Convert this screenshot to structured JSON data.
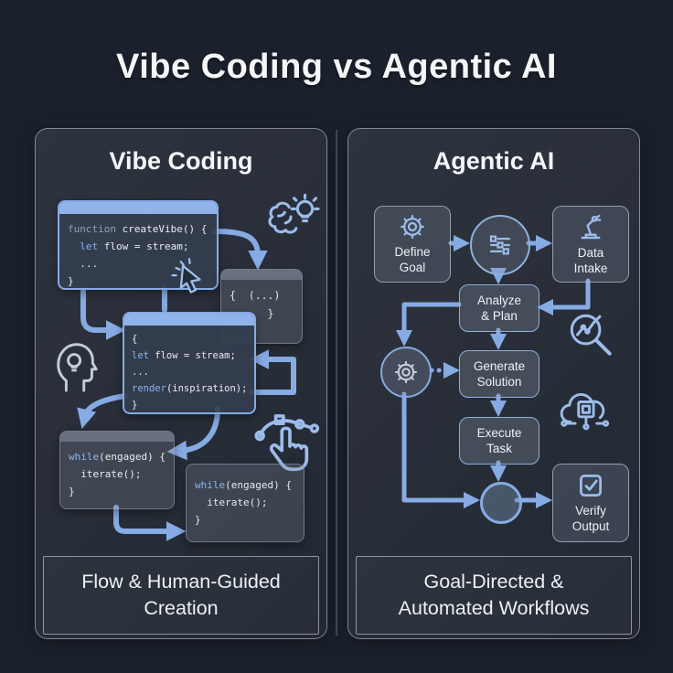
{
  "title": "Vibe Coding vs Agentic AI",
  "colors": {
    "background": "#1b212c",
    "accent_blue": "#86abe4",
    "code_titlebar_blue": "#8fb3ea",
    "code_keyword_blue": "#8ab4f0",
    "code_muted_gray": "#93a0b4",
    "panel_border": "#ccd6e2",
    "text": "#f1f3f6"
  },
  "left": {
    "heading": "Vibe Coding",
    "block1": {
      "l1_kw": "function",
      "l1_rest": " createVibe() {",
      "l2_pre": "  ",
      "l2_kw": "let",
      "l2_rest": " flow = stream;",
      "l3": "  ...",
      "l4": "}"
    },
    "block2": {
      "l1": "{  (...)",
      "l2": "      }"
    },
    "block3": {
      "l1": "{",
      "l2_kw": "let",
      "l2_rest": " flow = stream;",
      "l3": "...",
      "l4_kw": "render",
      "l4_rest": "(inspiration);",
      "l5": "}"
    },
    "while1": {
      "l1_kw": "while",
      "l1_rest": "(engaged) {",
      "l2": "  iterate();",
      "l3": "}"
    },
    "while2": {
      "l1_kw": "while",
      "l1_rest": "(engaged) {",
      "l2": "  iterate();",
      "l3": "}"
    },
    "caption_line1": "Flow & Human-Guided",
    "caption_line2": "Creation"
  },
  "right": {
    "heading": "Agentic AI",
    "define_goal_l1": "Define",
    "define_goal_l2": "Goal",
    "data_intake_l1": "Data",
    "data_intake_l2": "Intake",
    "analyze_l1": "Analyze",
    "analyze_l2": "& Plan",
    "generate_l1": "Generate",
    "generate_l2": "Solution",
    "execute_l1": "Execute",
    "execute_l2": "Task",
    "verify_l1": "Verify",
    "verify_l2": "Output",
    "caption_line1": "Goal-Directed &",
    "caption_line2": "Automated Workflows"
  }
}
